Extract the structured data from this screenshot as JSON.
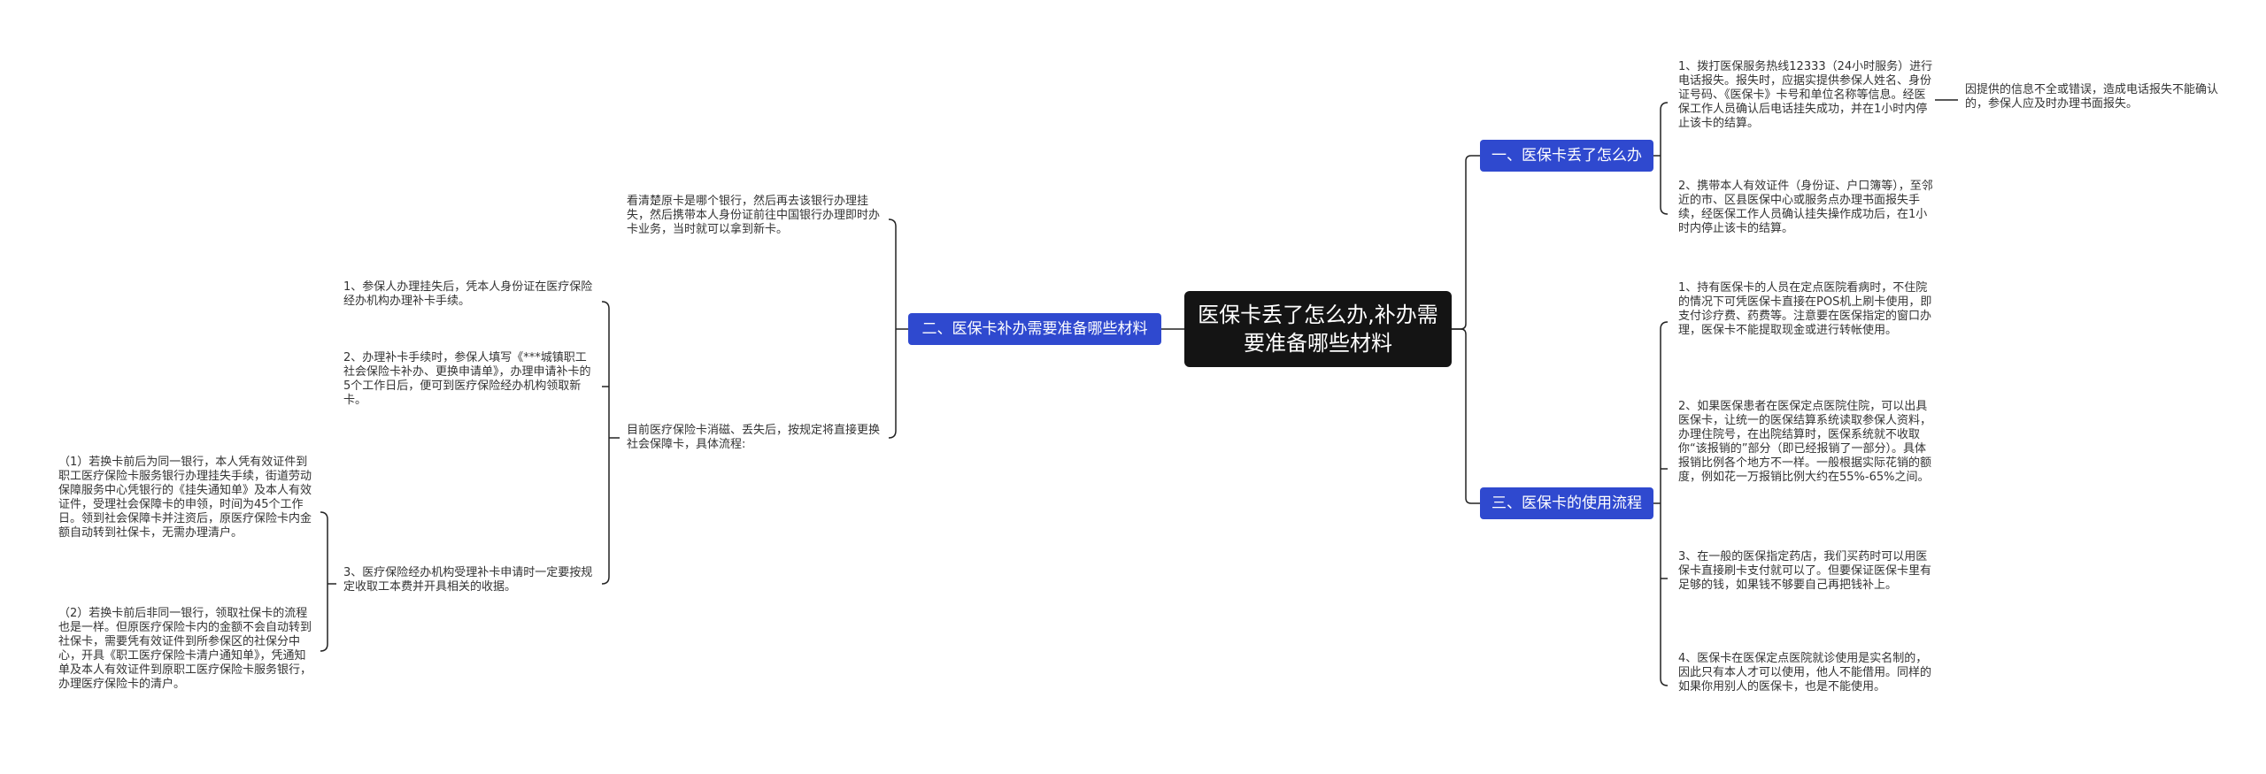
{
  "root": {
    "title": "医保卡丢了怎么办,补办需要准备哪些材料"
  },
  "branches": [
    {
      "label": "一、医保卡丢了怎么办",
      "items": [
        {
          "text": "1、拨打医保服务热线12333（24小时服务）进行电话报失。报失时，应据实提供参保人姓名、身份证号码、《医保卡》卡号和单位名称等信息。经医保工作人员确认后电话挂失成功，并在1小时内停止该卡的结算。",
          "note": "因提供的信息不全或错误，造成电话报失不能确认的，参保人应及时办理书面报失。"
        },
        {
          "text": "2、携带本人有效证件（身份证、户口簿等），至邻近的市、区县医保中心或服务点办理书面报失手续，经医保工作人员确认挂失操作成功后，在1小时内停止该卡的结算。"
        }
      ]
    },
    {
      "label": "二、医保卡补办需要准备哪些材料",
      "items": [
        {
          "text": "看清楚原卡是哪个银行，然后再去该银行办理挂失，然后携带本人身份证前往中国银行办理即时办卡业务，当时就可以拿到新卡。"
        },
        {
          "text": "目前医疗保险卡消磁、丢失后，按规定将直接更换社会保障卡，具体流程:",
          "steps": [
            {
              "text": "1、参保人办理挂失后，凭本人身份证在医疗保险经办机构办理补卡手续。"
            },
            {
              "text": "2、办理补卡手续时，参保人填写《***城镇职工社会保险卡补办、更换申请单》，办理申请补卡的5个工作日后，便可到医疗保险经办机构领取新卡。"
            },
            {
              "text": "3、医疗保险经办机构受理补卡申请时一定要按规定收取工本费并开具相关的收据。",
              "subs": [
                "（1）若换卡前后为同一银行，本人凭有效证件到职工医疗保险卡服务银行办理挂失手续，街道劳动保障服务中心凭银行的《挂失通知单》及本人有效证件，受理社会保障卡的申领，时间为45个工作日。领到社会保障卡并注资后，原医疗保险卡内金额自动转到社保卡，无需办理清户。",
                "（2）若换卡前后非同一银行，领取社保卡的流程也是一样。但原医疗保险卡内的金额不会自动转到社保卡，需要凭有效证件到所参保区的社保分中心，开具《职工医疗保险卡清户通知单》，凭通知单及本人有效证件到原职工医疗保险卡服务银行，办理医疗保险卡的清户。"
              ]
            }
          ]
        }
      ]
    },
    {
      "label": "三、医保卡的使用流程",
      "items": [
        {
          "text": "1、持有医保卡的人员在定点医院看病时，不住院的情况下可凭医保卡直接在POS机上刷卡使用，即支付诊疗费、药费等。注意要在医保指定的窗口办理，医保卡不能提取现金或进行转帐使用。"
        },
        {
          "text": "2、如果医保患者在医保定点医院住院，可以出具医保卡，让统一的医保结算系统读取参保人资料，办理住院号，在出院结算时，医保系统就不收取你“该报销的”部分（即已经报销了一部分）。具体报销比例各个地方不一样。一般根据实际花销的额度，例如花一万报销比例大约在55%-65%之间。"
        },
        {
          "text": "3、在一般的医保指定药店，我们买药时可以用医保卡直接刷卡支付就可以了。但要保证医保卡里有足够的钱，如果钱不够要自己再把钱补上。"
        },
        {
          "text": "4、医保卡在医保定点医院就诊使用是实名制的，因此只有本人才可以使用，他人不能借用。同样的如果你用别人的医保卡，也是不能使用。"
        }
      ]
    }
  ],
  "colors": {
    "root_bg": "#141414",
    "branch_bg": "#2f49cf",
    "line": "#222222",
    "text": "#333333"
  }
}
